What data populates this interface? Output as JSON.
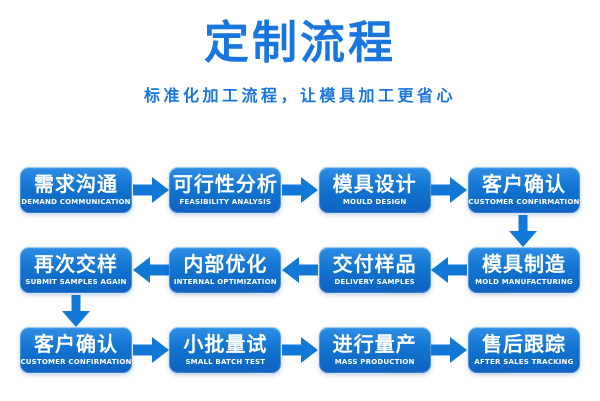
{
  "header": {
    "title": "定制流程",
    "subtitle": "标准化加工流程，让模具加工更省心"
  },
  "colors": {
    "accent_blue": "#1876de",
    "box_blue_top": "#2f8fe6",
    "box_blue_bottom": "#0d63c1",
    "arrow_blue": "#1178d8",
    "step_text": "#ffffff",
    "background": "#ffffff"
  },
  "icons": {
    "between_steps_row1": "block-arrow-right",
    "between_steps_row2": "block-arrow-left",
    "between_steps_row3": "block-arrow-right",
    "row1_to_row2": "block-arrow-down",
    "row2_to_row3": "block-arrow-down"
  },
  "flow": {
    "rows": [
      {
        "arrow_direction": "right",
        "steps": [
          {
            "title": "需求沟通",
            "subtitle": "DEMAND COMMUNICATION"
          },
          {
            "title": "可行性分析",
            "subtitle": "FEASIBILITY ANALYSIS"
          },
          {
            "title": "模具设计",
            "subtitle": "MOULD DESIGN"
          },
          {
            "title": "客户确认",
            "subtitle": "CUSTOMER CONFIRMATION"
          }
        ]
      },
      {
        "arrow_direction": "left",
        "steps": [
          {
            "title": "再次交样",
            "subtitle": "SUBMIT SAMPLES AGAIN"
          },
          {
            "title": "内部优化",
            "subtitle": "INTERNAL OPTIMIZATION"
          },
          {
            "title": "交付样品",
            "subtitle": "DELIVERY SAMPLES"
          },
          {
            "title": "模具制造",
            "subtitle": "MOLD MANUFACTURING"
          }
        ]
      },
      {
        "arrow_direction": "right",
        "steps": [
          {
            "title": "客户确认",
            "subtitle": "CUSTOMER CONFIRMATION"
          },
          {
            "title": "小批量试",
            "subtitle": "SMALL BATCH TEST"
          },
          {
            "title": "进行量产",
            "subtitle": "MASS PRODUCTION"
          },
          {
            "title": "售后跟踪",
            "subtitle": "AFTER SALES TRACKING"
          }
        ]
      }
    ]
  }
}
